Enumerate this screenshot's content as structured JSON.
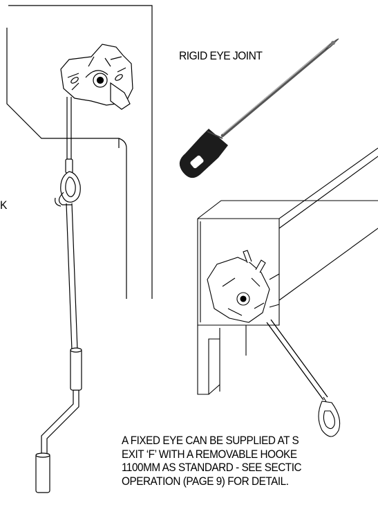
{
  "labels": {
    "rigid_eye_joint": "RIGID EYE JOINT",
    "left_fragment": "K"
  },
  "caption": {
    "lines": [
      "A FIXED EYE CAN BE SUPPLIED AT S",
      "EXIT ‘F’ WITH A REMOVABLE HOOKE",
      "1100MM AS STANDARD - SEE SECTIC",
      "OPERATION (PAGE 9) FOR DETAIL."
    ]
  },
  "illustrations": [
    {
      "name": "window-frame-with-gearbox-and-crank-handle"
    },
    {
      "name": "rigid-eye-joint-rod"
    },
    {
      "name": "box-frame-with-gearbox-and-eye-rod"
    }
  ]
}
